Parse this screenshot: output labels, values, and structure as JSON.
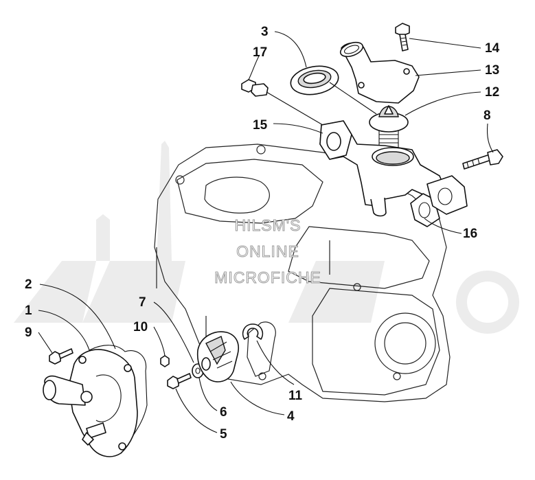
{
  "watermark": {
    "line1": "HILSM'S",
    "line2": "ONLINE",
    "line3": "MICROFICHE"
  },
  "callouts": [
    {
      "id": "1",
      "label": "1"
    },
    {
      "id": "2",
      "label": "2"
    },
    {
      "id": "3",
      "label": "3"
    },
    {
      "id": "4",
      "label": "4"
    },
    {
      "id": "5",
      "label": "5"
    },
    {
      "id": "6",
      "label": "6"
    },
    {
      "id": "7",
      "label": "7"
    },
    {
      "id": "8",
      "label": "8"
    },
    {
      "id": "9",
      "label": "9"
    },
    {
      "id": "10",
      "label": "10"
    },
    {
      "id": "11",
      "label": "11"
    },
    {
      "id": "12",
      "label": "12"
    },
    {
      "id": "13",
      "label": "13"
    },
    {
      "id": "14",
      "label": "14"
    },
    {
      "id": "15",
      "label": "15"
    },
    {
      "id": "16",
      "label": "16"
    },
    {
      "id": "17",
      "label": "17"
    }
  ]
}
